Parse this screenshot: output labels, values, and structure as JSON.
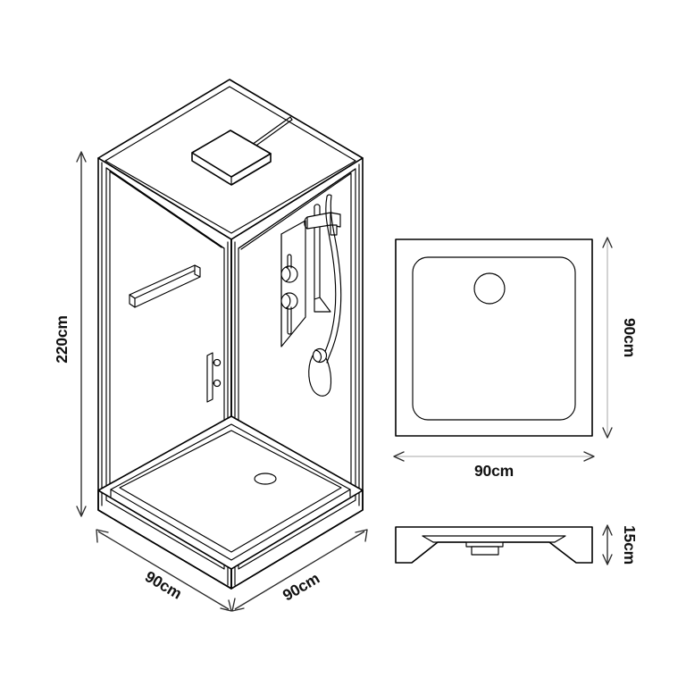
{
  "drawing": {
    "background_color": "#ffffff",
    "line_color": "#000000",
    "dimension_line_color": "#b9b9b9",
    "dimension_arrow_color": "#2b2b2b",
    "text_color": "#111111"
  },
  "enclosure_view": {
    "name": "shower-enclosure-isometric",
    "height_dimension": "220cm",
    "width_dimension_left": "90cm",
    "width_dimension_right": "90cm",
    "parts": {
      "rain_shower_head": "square-rain-shower-head",
      "shower_arm": "ceiling-shower-arm",
      "towel_bar": "towel-bar",
      "door_handle": "door-handle",
      "control_panel": "thermostatic-control-panel",
      "control_knob_upper": "control-knob-upper",
      "control_knob_lower": "control-knob-lower",
      "slide_rail": "slide-rail",
      "hand_shower": "hand-shower",
      "hose": "shower-hose",
      "drain": "drain-outlet"
    }
  },
  "tray_top_view": {
    "name": "shower-tray-top-view",
    "width_dimension": "90cm",
    "depth_dimension": "90cm",
    "drain": "drain-outlet"
  },
  "tray_side_view": {
    "name": "shower-tray-side-view",
    "height_dimension": "15cm"
  }
}
